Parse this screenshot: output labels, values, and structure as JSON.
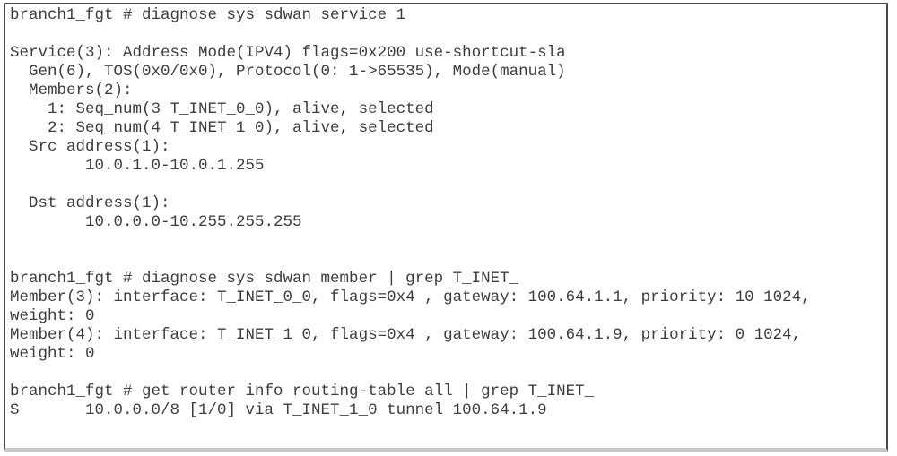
{
  "colors": {
    "text": "#3d3d3d",
    "frame_border": "#4a4a4a",
    "frame_border_bottom": "#c9c9c9",
    "background": "#ffffff"
  },
  "terminal": {
    "lines": [
      "branch1_fgt # diagnose sys sdwan service 1",
      "",
      "Service(3): Address Mode(IPV4) flags=0x200 use-shortcut-sla",
      "  Gen(6), TOS(0x0/0x0), Protocol(0: 1->65535), Mode(manual)",
      "  Members(2):",
      "    1: Seq_num(3 T_INET_0_0), alive, selected",
      "    2: Seq_num(4 T_INET_1_0), alive, selected",
      "  Src address(1):",
      "        10.0.1.0-10.0.1.255",
      "",
      "  Dst address(1):",
      "        10.0.0.0-10.255.255.255",
      "",
      "",
      "branch1_fgt # diagnose sys sdwan member | grep T_INET_",
      "Member(3): interface: T_INET_0_0, flags=0x4 , gateway: 100.64.1.1, priority: 10 1024,",
      "weight: 0",
      "Member(4): interface: T_INET_1_0, flags=0x4 , gateway: 100.64.1.9, priority: 0 1024,",
      "weight: 0",
      "",
      "branch1_fgt # get router info routing-table all | grep T_INET_",
      "S       10.0.0.0/8 [1/0] via T_INET_1_0 tunnel 100.64.1.9"
    ]
  }
}
